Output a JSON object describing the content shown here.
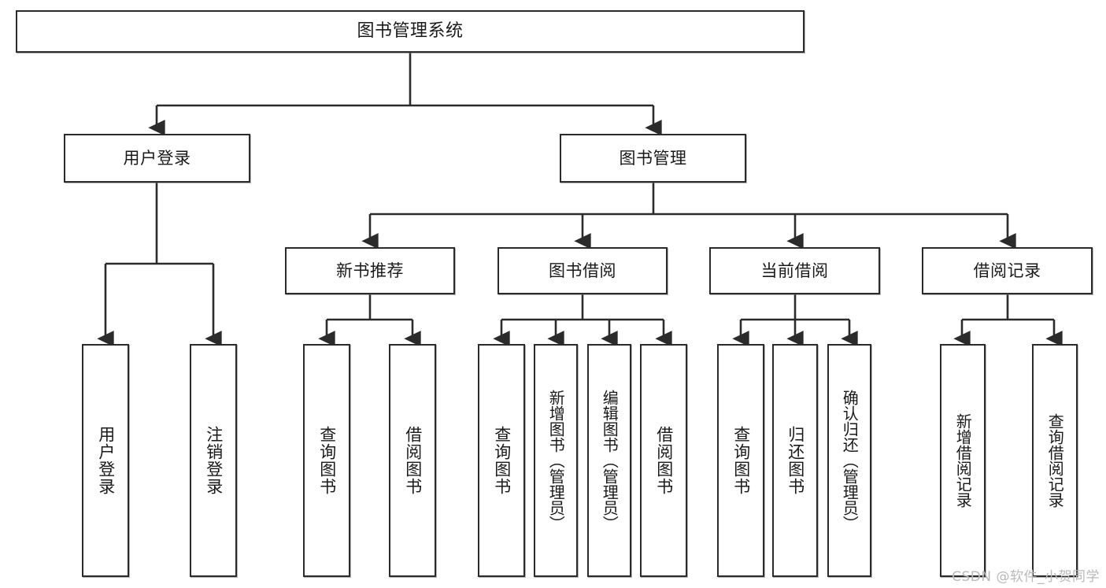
{
  "diagram": {
    "title": "图书管理系统",
    "type": "tree-hierarchy-chart",
    "orientation": "top-down",
    "colors": {
      "node_border": "#2b2b2b",
      "node_fill": "#ffffff",
      "edge": "#2b2b2b",
      "text": "#1a1a1a",
      "watermark": "#b9b9b9",
      "background": "#ffffff"
    }
  },
  "watermark": {
    "text": "CSDN @软件_小贺同学"
  },
  "levels": {
    "level1": {
      "root": {
        "label": "图书管理系统"
      }
    },
    "level2": {
      "user_login": {
        "label": "用户登录"
      },
      "book_manage": {
        "label": "图书管理"
      }
    },
    "level3": {
      "new_book_recommend": {
        "label": "新书推荐"
      },
      "book_borrow": {
        "label": "图书借阅"
      },
      "current_borrow": {
        "label": "当前借阅"
      },
      "borrow_record": {
        "label": "借阅记录"
      }
    },
    "level4": {
      "user_login_children": [
        {
          "label": "用户登录"
        },
        {
          "label": "注销登录"
        }
      ],
      "new_book_recommend_children": [
        {
          "label": "查询图书"
        },
        {
          "label": "借阅图书"
        }
      ],
      "book_borrow_children": [
        {
          "label": "查询图书"
        },
        {
          "label": "新增图书（管理员）"
        },
        {
          "label": "编辑图书（管理员）"
        },
        {
          "label": "借阅图书"
        }
      ],
      "current_borrow_children": [
        {
          "label": "查询图书"
        },
        {
          "label": "归还图书"
        },
        {
          "label": "确认归还（管理员）"
        }
      ],
      "borrow_record_children": [
        {
          "label": "新增借阅记录"
        },
        {
          "label": "查询借阅记录"
        }
      ]
    }
  }
}
